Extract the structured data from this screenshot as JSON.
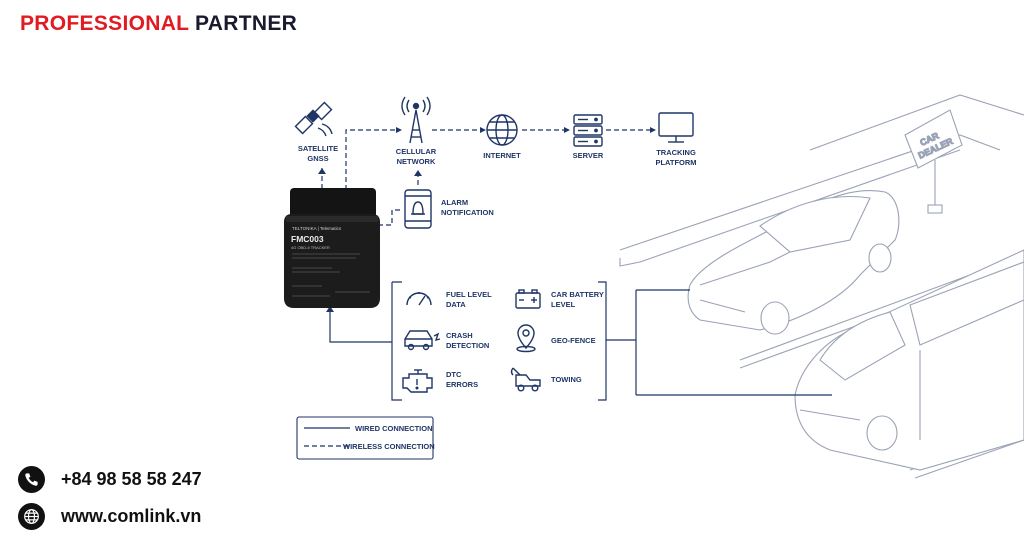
{
  "brand": {
    "word1": "PROFESSIONAL",
    "word2": "PARTNER",
    "accent": "#e01b22"
  },
  "nodes": {
    "satellite": [
      "SATELLITE",
      "GNSS"
    ],
    "cellular": [
      "CELLULAR",
      "NETWORK"
    ],
    "internet": [
      "INTERNET"
    ],
    "server": [
      "SERVER"
    ],
    "tracking": [
      "TRACKING",
      "PLATFORM"
    ],
    "alarm": [
      "ALARM",
      "NOTIFICATION"
    ]
  },
  "device": {
    "brand": "TELTONIKA | Telematics",
    "model": "FMC003",
    "sub": "4G OBD-II TRACKER"
  },
  "features": {
    "fuel": [
      "FUEL LEVEL",
      "DATA"
    ],
    "battery": [
      "CAR BATTERY",
      "LEVEL"
    ],
    "crash": [
      "CRASH",
      "DETECTION"
    ],
    "geofence": [
      "GEO-FENCE"
    ],
    "dtc": [
      "DTC",
      "ERRORS"
    ],
    "towing": [
      "TOWING"
    ]
  },
  "legend": {
    "wired": "WIRED CONNECTION",
    "wireless": "WIRELESS CONNECTION"
  },
  "sign": [
    "CAR",
    "DEALER"
  ],
  "contact": {
    "phone": "+84 98 58 58 247",
    "web": "www.comlink.vn"
  }
}
